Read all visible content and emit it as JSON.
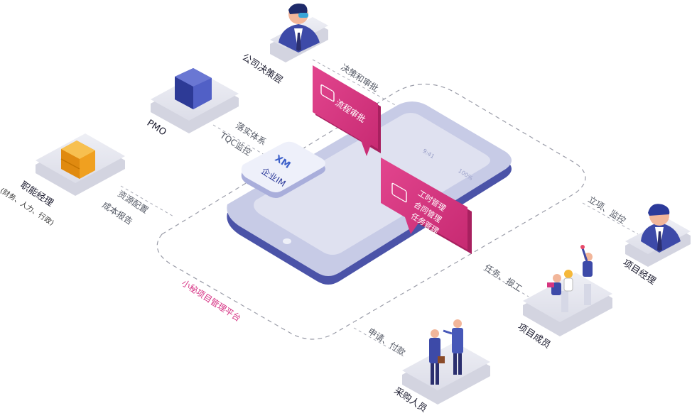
{
  "platform": {
    "name": "小秘项目管理平台",
    "im_logo": "XM",
    "im_label": "企业IM",
    "screen_status_left": "9:41",
    "screen_status_right": "100%"
  },
  "cards": {
    "workflow": "流程审批",
    "work_items": [
      "工时管理",
      "合同管理",
      "任务管理"
    ]
  },
  "roles": {
    "executive": "公司决策层",
    "pmo": "PMO",
    "functional_manager": "职能经理",
    "functional_manager_sub": "(财务、人力、行政)",
    "project_manager": "项目经理",
    "project_members": "项目成员",
    "purchasing": "采购人员"
  },
  "links": {
    "executive": "决策和审批",
    "pmo_1": "落实体系",
    "pmo_2": "TQC监控",
    "functional_1": "资源配置",
    "functional_2": "成本报告",
    "project_manager": "立项、监控",
    "members": "任务、报工",
    "purchasing": "申请、付款"
  },
  "colors": {
    "accent_pink": "#d6357f",
    "platform_blue": "#5f6cc2",
    "platform_light": "#c9cde8",
    "tile": "#e6e7ef"
  }
}
